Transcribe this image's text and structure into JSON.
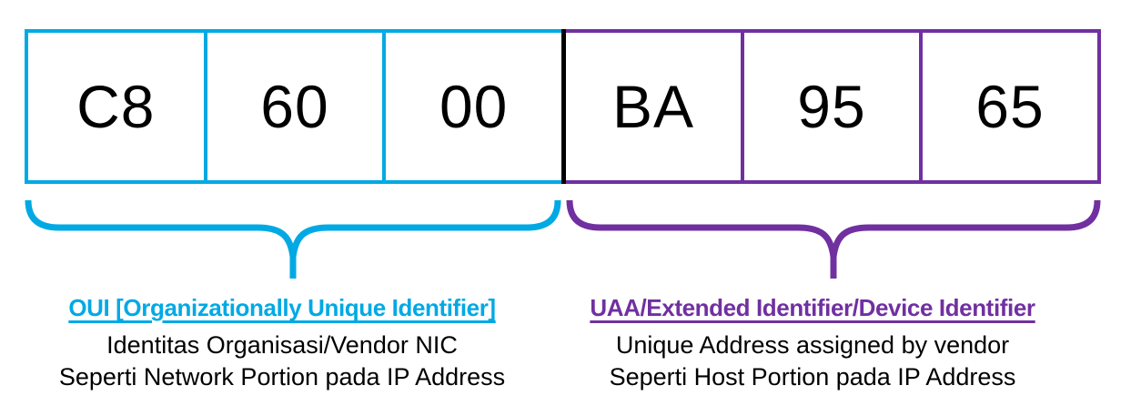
{
  "colors": {
    "oui": "#00A9E4",
    "uaa": "#7030A0",
    "separator": "#000000",
    "body_text": "#000000"
  },
  "address": {
    "oui_octets": [
      "C8",
      "60",
      "00"
    ],
    "device_octets": [
      "BA",
      "95",
      "65"
    ]
  },
  "oui_label": {
    "heading": "OUI [Organizationally Unique Identifier]",
    "line1": "Identitas Organisasi/Vendor NIC",
    "line2": "Seperti Network Portion pada IP Address"
  },
  "device_label": {
    "heading": "UAA/Extended Identifier/Device Identifier",
    "line1": "Unique Address assigned by vendor",
    "line2": "Seperti Host Portion pada IP Address"
  }
}
